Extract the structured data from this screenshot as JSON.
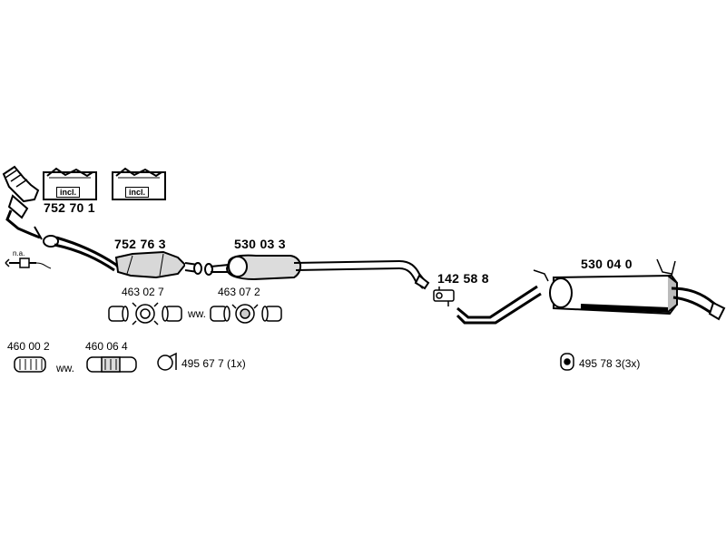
{
  "colors": {
    "ink": "#000000",
    "paper": "#ffffff",
    "shade": "#9a9a9a"
  },
  "kit_boxes": [
    {
      "label": "incl."
    },
    {
      "label": "incl."
    }
  ],
  "parts": {
    "p752701": "752 70 1",
    "p752763": "752 76 3",
    "p530033": "530 03 3",
    "p142588": "142 58 8",
    "p530040": "530 04 0",
    "p463027": "463 02 7",
    "p463072": "463 07 2",
    "p460002": "460 00 2",
    "p460064": "460 06 4",
    "p495677": "495 67 7 (1x)",
    "p495783": "495 78 3(3x)"
  },
  "notes": {
    "na": "n.a.",
    "ww1": "ww.",
    "ww2": "ww."
  },
  "icons": [
    "manifold-catalyst-icon",
    "lambda-sensor-icon",
    "catalytic-converter-icon",
    "middle-silencer-icon",
    "rear-silencer-icon",
    "clamp-icon",
    "gasket-icon",
    "rubber-mount-icon",
    "flex-pipe-icon",
    "kit-box-icon"
  ]
}
